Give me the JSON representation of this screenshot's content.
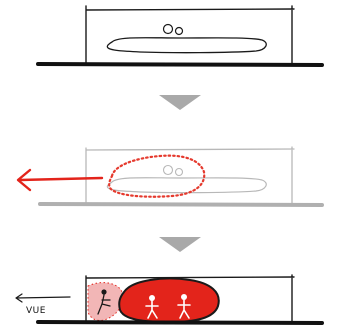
{
  "diagram": {
    "steps": [
      {
        "id": "step-1",
        "state": "existing-volume"
      },
      {
        "id": "step-2",
        "state": "extract-volume"
      },
      {
        "id": "step-3",
        "state": "occupied-volume"
      }
    ],
    "annotations": {
      "view_label": "VUE"
    },
    "colors": {
      "sketch_line": "#1a1a1a",
      "faded_line": "#b8b8b8",
      "ground_heavy": "#111111",
      "ground_faded": "#b0b0b0",
      "arrow_down": "#a9a9a9",
      "accent_red": "#e3241b",
      "pink_fill": "#f2b6b6",
      "dotted_red": "#e53a2e"
    }
  }
}
